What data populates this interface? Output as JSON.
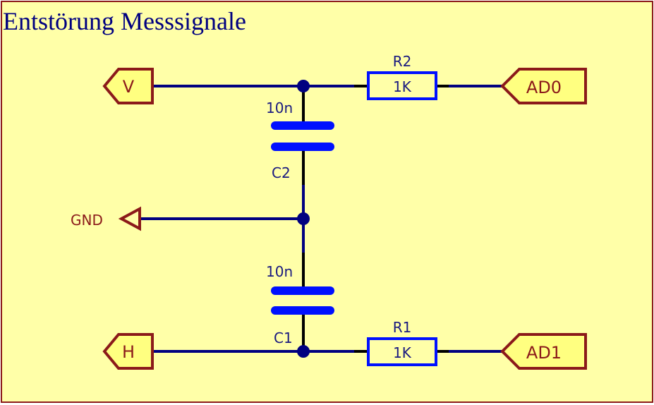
{
  "title": "Entstörung Messsignale",
  "colors": {
    "background": "#ffffa8",
    "frame": "#8b1a1a",
    "wire": "#000080",
    "stub": "#000000",
    "component": "#0010ff",
    "port_outline": "#8b1a1a",
    "port_fill": "#ffff80",
    "label_text": "#1a1a80",
    "port_text": "#8b1a1a",
    "title_text": "#000080"
  },
  "ports": {
    "v": "V",
    "h": "H",
    "ad0": "AD0",
    "ad1": "AD1",
    "gnd": "GND"
  },
  "components": {
    "r2": {
      "designator": "R2",
      "value": "1K"
    },
    "r1": {
      "designator": "R1",
      "value": "1K"
    },
    "c2": {
      "designator": "C2",
      "value": "10n"
    },
    "c1": {
      "designator": "C1",
      "value": "10n"
    }
  }
}
